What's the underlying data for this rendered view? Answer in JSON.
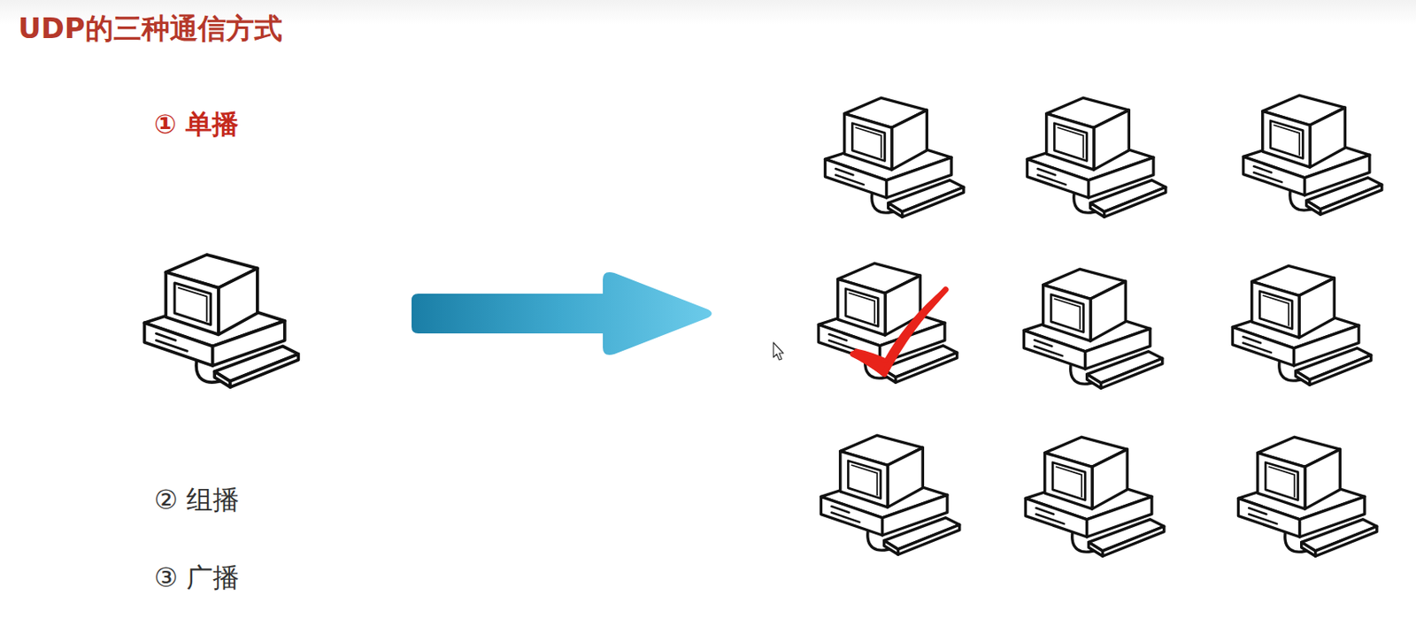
{
  "diagram": {
    "title": "UDP的三种通信方式",
    "labels": [
      "① 单播",
      "② 组播",
      "③ 广播"
    ]
  }
}
